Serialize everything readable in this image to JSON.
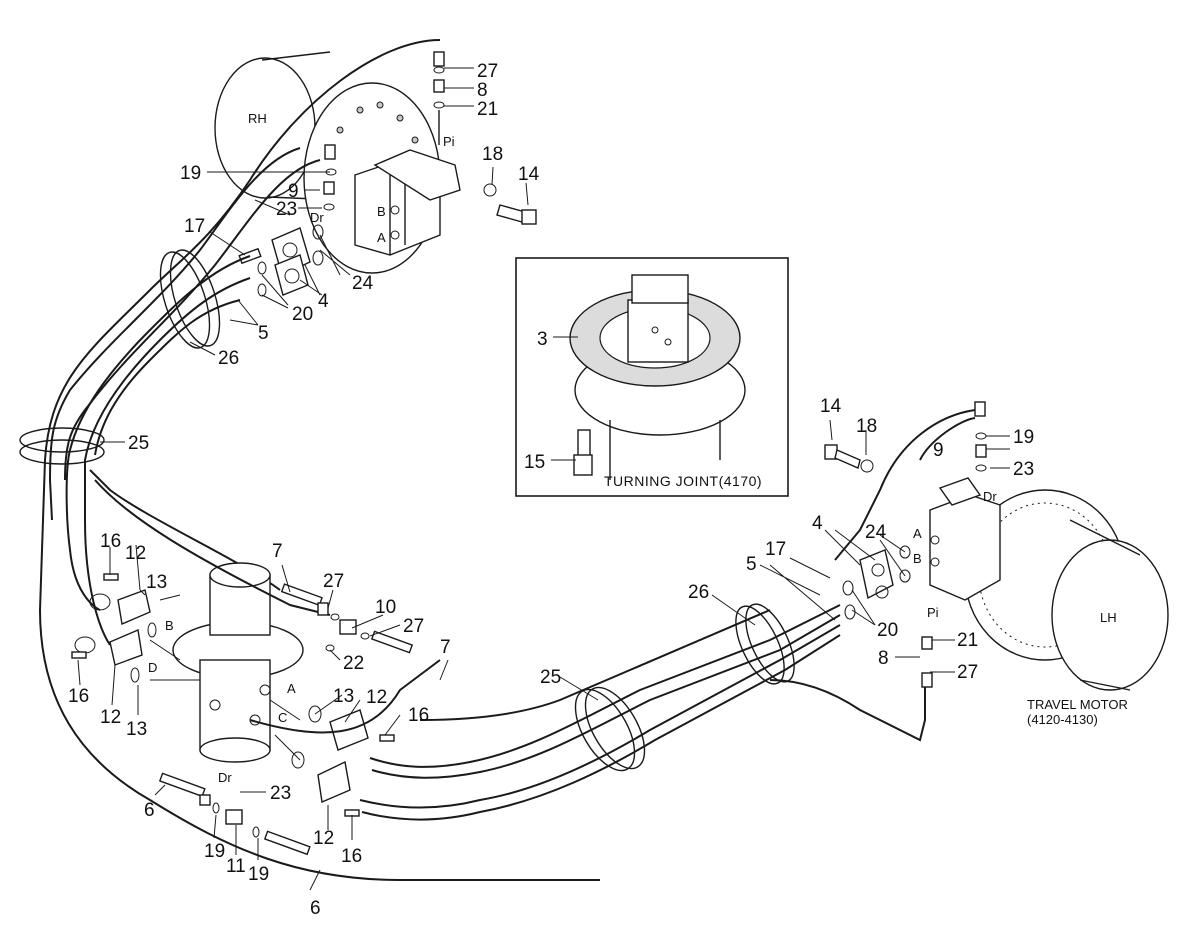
{
  "motors": {
    "rh_label": "RH",
    "lh_label": "LH",
    "caption_line1": "TRAVEL MOTOR",
    "caption_line2": "(4120-4130)"
  },
  "inset": {
    "title": "TURNING JOINT(4170)"
  },
  "ports": {
    "pi": "Pi",
    "dr": "Dr",
    "a": "A",
    "b": "B",
    "c": "C",
    "d": "D"
  },
  "callouts": {
    "c3": "3",
    "c4": "4",
    "c5": "5",
    "c6": "6",
    "c7": "7",
    "c8": "8",
    "c9": "9",
    "c10": "10",
    "c11": "11",
    "c12": "12",
    "c13": "13",
    "c14": "14",
    "c15": "15",
    "c16": "16",
    "c17": "17",
    "c18": "18",
    "c19": "19",
    "c20": "20",
    "c21": "21",
    "c22": "22",
    "c23": "23",
    "c24": "24",
    "c25": "25",
    "c26": "26",
    "c27": "27"
  }
}
